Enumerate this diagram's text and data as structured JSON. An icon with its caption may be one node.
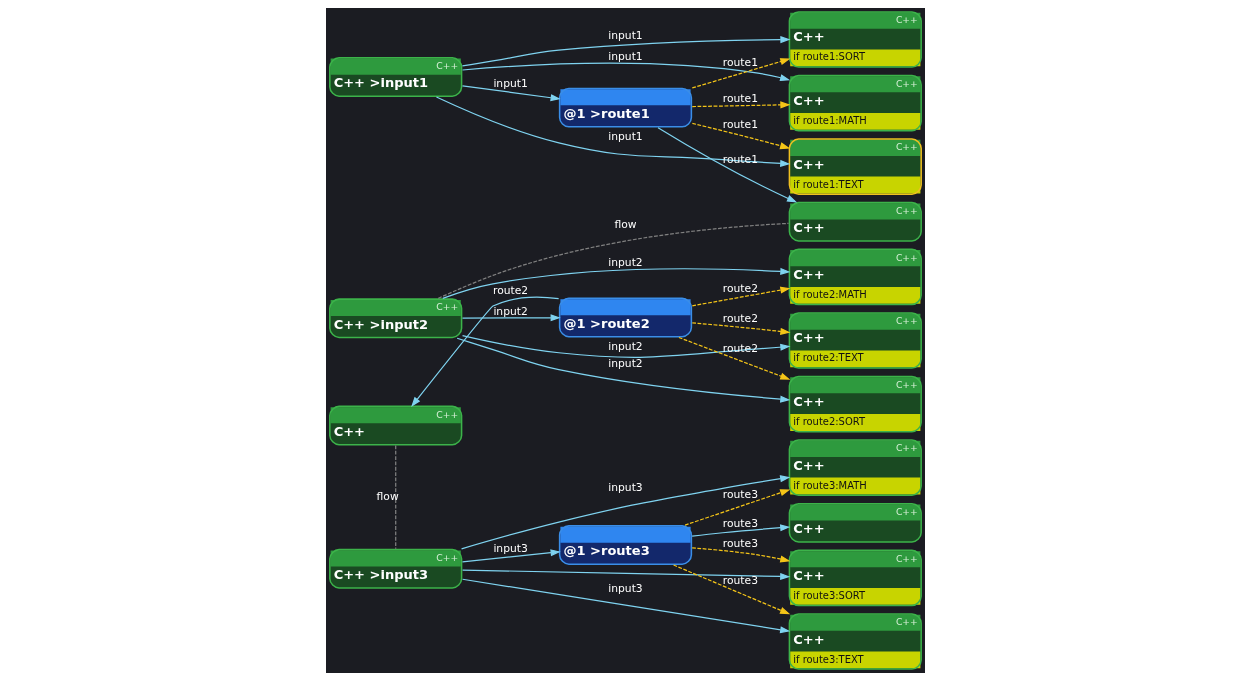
{
  "diagram": {
    "nodes": [
      {
        "text": [
          "C++",
          "C++ >input1"
        ]
      },
      {
        "text": [
          "C++",
          "C++ >input2"
        ]
      },
      {
        "text": [
          "C++",
          "C++"
        ]
      },
      {
        "text": [
          "C++",
          "C++ >input3"
        ]
      },
      {
        "text": [
          "@1 >route1"
        ]
      },
      {
        "text": [
          "@1 >route2"
        ]
      },
      {
        "text": [
          "@1 >route3"
        ]
      },
      {
        "text": [
          "C++",
          "C++",
          "if route1:MATH"
        ]
      },
      {
        "text": [
          "C++",
          "C++",
          "if route1:TEXT"
        ]
      },
      {
        "text": [
          "C++",
          "C++",
          "if route2:SORT"
        ]
      },
      {
        "text": [
          "C++",
          "C++"
        ]
      },
      {
        "text": [
          "C++",
          "C++",
          "if route2:TEXT"
        ]
      },
      {
        "text": [
          "C++",
          "C++",
          "if route2:MATH"
        ]
      },
      {
        "text": [
          "C++",
          "C++",
          "if route1:SORT"
        ]
      },
      {
        "text": [
          "C++",
          "C++",
          "if route3:MATH"
        ]
      },
      {
        "text": [
          "C++",
          "C++",
          "if route3:TEXT"
        ]
      },
      {
        "text": [
          "C++",
          "C++"
        ]
      },
      {
        "text": [
          "C++",
          "C++",
          "if route3:SORT"
        ]
      }
    ],
    "edges": [
      {
        "from": 0,
        "to": 7,
        "arrow": "to",
        "label": "input1"
      },
      {
        "from": 0,
        "to": 8,
        "arrow": "to",
        "label": "input1"
      },
      {
        "from": 0,
        "to": 4,
        "arrow": "to",
        "label": "input1"
      },
      {
        "from": 0,
        "to": 13,
        "arrow": "to",
        "label": "input1"
      },
      {
        "from": 1,
        "to": 9,
        "arrow": "to",
        "label": "input2"
      },
      {
        "from": 1,
        "to": 5,
        "arrow": "to",
        "label": "input2"
      },
      {
        "from": 1,
        "to": 11,
        "arrow": "to",
        "label": "input2"
      },
      {
        "from": 1,
        "to": 12,
        "arrow": "to",
        "label": "input2"
      },
      {
        "from": 1,
        "to": 10,
        "arrow": "none",
        "label": "flow",
        "style": "dashed",
        "color": "#808080"
      },
      {
        "from": 2,
        "to": 3,
        "arrow": "none",
        "label": "flow",
        "style": "dashed",
        "color": "#808080"
      },
      {
        "from": 5,
        "to": 2,
        "arrow": "to",
        "label": "route2"
      },
      {
        "from": 3,
        "to": 14,
        "arrow": "to",
        "label": "input3"
      },
      {
        "from": 3,
        "to": 15,
        "arrow": "to",
        "label": "input3"
      },
      {
        "from": 3,
        "to": 6,
        "arrow": "to",
        "label": "input3"
      },
      {
        "from": 3,
        "to": 17,
        "arrow": "to"
      },
      {
        "from": 4,
        "to": 7,
        "arrow": "to",
        "label": "route1",
        "style": "dashed",
        "color": "#f5c518"
      },
      {
        "from": 4,
        "to": 8,
        "arrow": "to",
        "label": "route1",
        "style": "dashed",
        "color": "#f5c518"
      },
      {
        "from": 4,
        "to": 10,
        "arrow": "to",
        "label": "route1"
      },
      {
        "from": 4,
        "to": 13,
        "arrow": "to",
        "label": "route1",
        "style": "dashed",
        "color": "#f5c518"
      },
      {
        "from": 5,
        "to": 9,
        "arrow": "to",
        "label": "route2",
        "style": "dashed",
        "color": "#f5c518"
      },
      {
        "from": 5,
        "to": 11,
        "arrow": "to",
        "label": "route2",
        "style": "dashed",
        "color": "#f5c518"
      },
      {
        "from": 5,
        "to": 12,
        "arrow": "to",
        "label": "route2",
        "style": "dashed",
        "color": "#f5c518"
      },
      {
        "from": 6,
        "to": 14,
        "arrow": "to",
        "label": "route3",
        "style": "dashed",
        "color": "#f5c518"
      },
      {
        "from": 6,
        "to": 15,
        "arrow": "to",
        "label": "route3",
        "style": "dashed",
        "color": "#f5c518"
      },
      {
        "from": 6,
        "to": 16,
        "arrow": "to",
        "label": "route3"
      },
      {
        "from": 6,
        "to": 17,
        "arrow": "to",
        "label": "route3",
        "style": "dashed",
        "color": "#f5c518"
      }
    ]
  }
}
